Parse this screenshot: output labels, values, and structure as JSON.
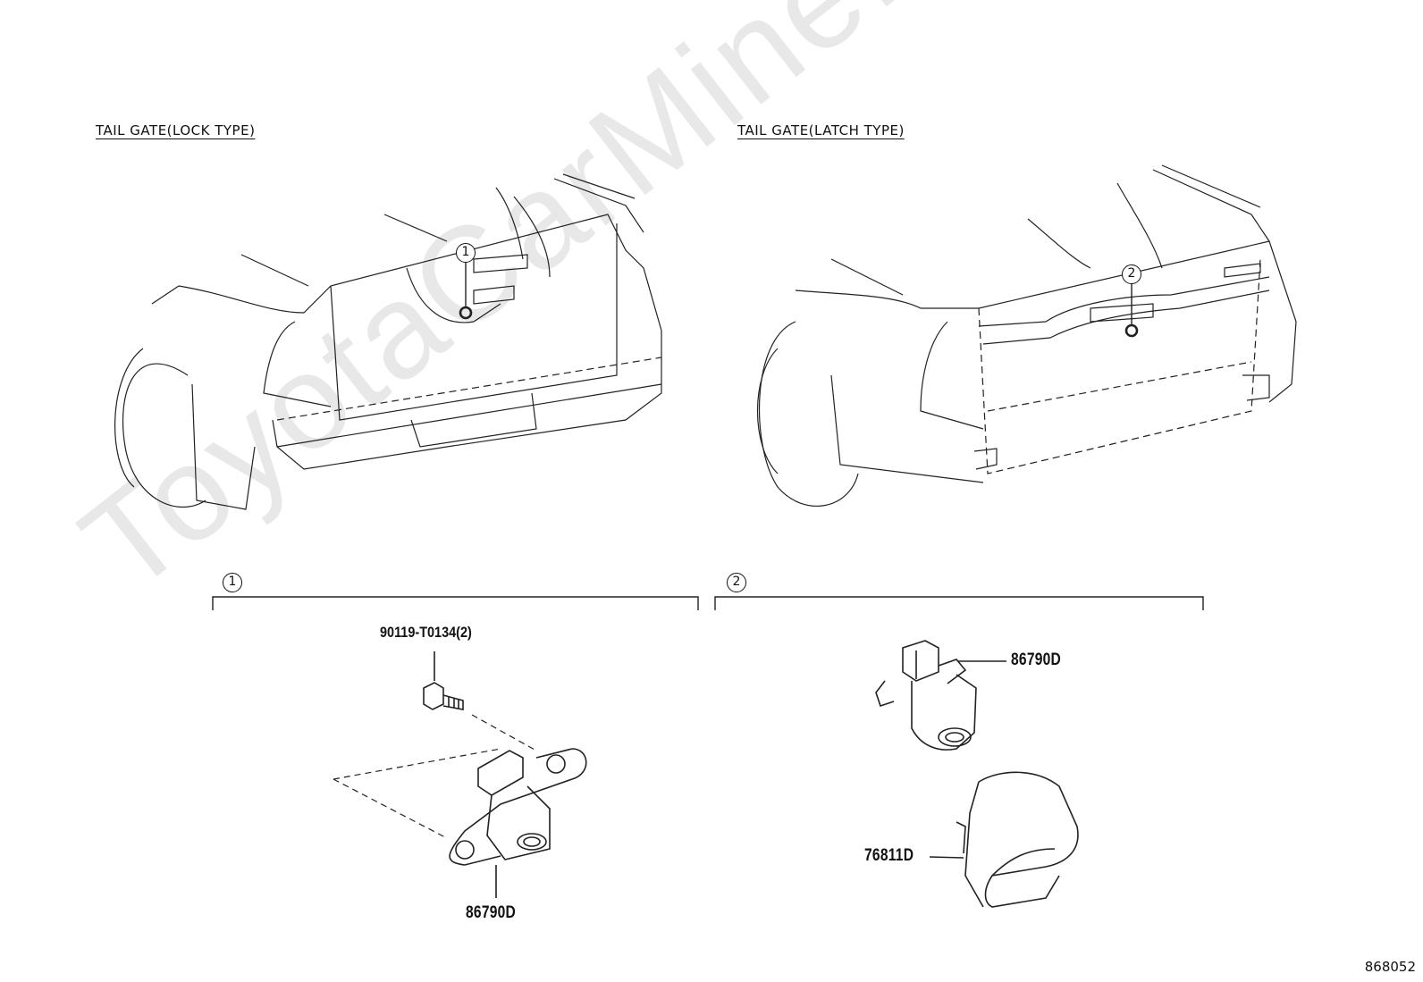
{
  "watermark": "ToyotaCarMine.ru",
  "sections": {
    "lock": {
      "title": "TAIL GATE(LOCK TYPE)",
      "callout": "1"
    },
    "latch": {
      "title": "TAIL GATE(LATCH TYPE)",
      "callout": "2"
    }
  },
  "groups": {
    "g1": {
      "callout": "1"
    },
    "g2": {
      "callout": "2"
    }
  },
  "parts": {
    "bolt": "90119-T0134(2)",
    "camera_lock": "86790D",
    "camera_latch": "86790D",
    "cover": "76811D"
  },
  "diagram_id": "868052"
}
